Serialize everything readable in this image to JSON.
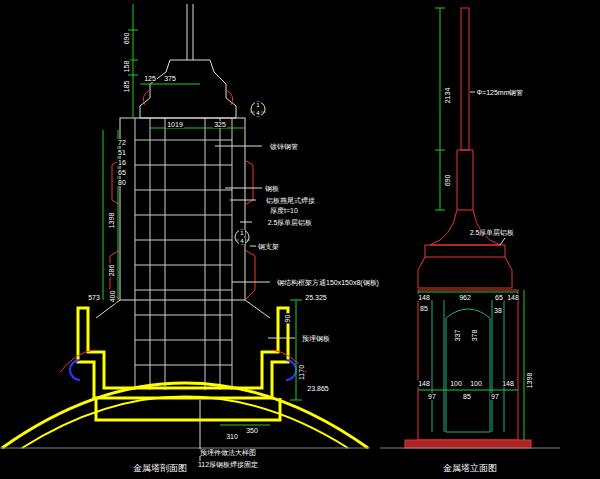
{
  "diagram": {
    "labels": [
      "690",
      "158",
      "185",
      "125",
      "375",
      "72",
      "51",
      "16",
      "65",
      "80",
      "1019",
      "325",
      "1",
      "4",
      "镀锌钢管",
      "钢板",
      "铝板燕尾式焊接",
      "厚度t=10",
      "2.5厚单层铝板",
      "1",
      "4",
      "钢支架",
      "1398",
      "286",
      "573",
      "400",
      "钢结构框架方通150x150x8(钢板)",
      "25.325",
      "90",
      "预埋钢板",
      "1170",
      "23.865",
      "350",
      "310",
      "预埋件做法大样图",
      "112厚钢板焊接固定",
      "金属塔剖面图",
      "2134",
      "Φ=125mm钢管",
      "690",
      "2.5厚单层铝板",
      "148",
      "962",
      "65",
      "148",
      "85",
      "337",
      "378",
      "38",
      "1398",
      "148",
      "100",
      "100",
      "148",
      "97",
      "85",
      "97",
      "金属塔立面图"
    ]
  }
}
